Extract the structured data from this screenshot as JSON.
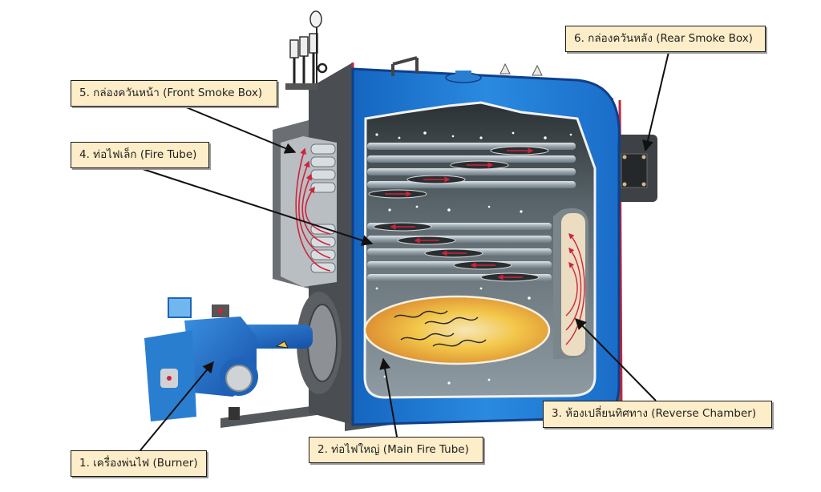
{
  "diagram": {
    "subject": "Fire-tube boiler cutaway",
    "colors": {
      "label_fill": "#fdeec9",
      "label_border": "#1a1a1a",
      "shell_blue": "#1f7fd0",
      "shell_dark_blue": "#0f3f8a",
      "steel_dark": "#4a4d52",
      "flame_orange": "#e8a23a",
      "flame_yellow": "#f3c74a",
      "flow_arrow_red": "#d0233a",
      "reverse_chamber_fill": "#ecdcc2",
      "pointer_line": "#111111"
    },
    "callouts": [
      {
        "id": "1",
        "label": "1. เครื่องพ่นไฟ (Burner)",
        "points_to": "burner"
      },
      {
        "id": "2",
        "label": "2. ท่อไฟใหญ่ (Main Fire Tube)",
        "points_to": "main-fire-tube"
      },
      {
        "id": "3",
        "label": "3. ห้องเปลี่ยนทิศทาง (Reverse Chamber)",
        "points_to": "reverse-chamber"
      },
      {
        "id": "4",
        "label": "4. ท่อไฟเล็ก (Fire Tube)",
        "points_to": "fire-tubes"
      },
      {
        "id": "5",
        "label": "5. กล่องควันหน้า (Front Smoke Box)",
        "points_to": "front-smoke-box"
      },
      {
        "id": "6",
        "label": "6. กล่องควันหลัง (Rear Smoke Box)",
        "points_to": "rear-smoke-box"
      }
    ]
  }
}
